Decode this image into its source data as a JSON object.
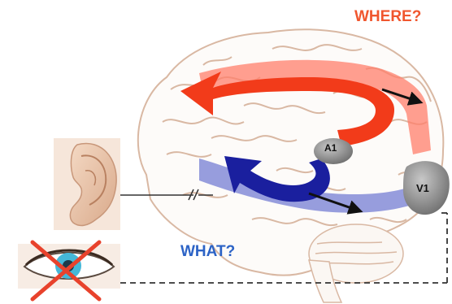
{
  "labels": {
    "where": "WHERE?",
    "what": "WHAT?",
    "a1": "A1",
    "v1": "V1"
  },
  "colors": {
    "where_pathway": "#ff7f6b",
    "where_arrow": "#f23b1a",
    "what_pathway": "#7d86d6",
    "what_arrow": "#1a1f9e",
    "where_text": "#f0562e",
    "what_text": "#2c63c6",
    "brain_outline": "#d9b8a3",
    "region_gray": "#8c8c8c",
    "cross": "#e8422c",
    "eye_iris": "#45b8d8"
  },
  "icons": [
    "ear-icon",
    "eye-icon",
    "cross-icon"
  ]
}
